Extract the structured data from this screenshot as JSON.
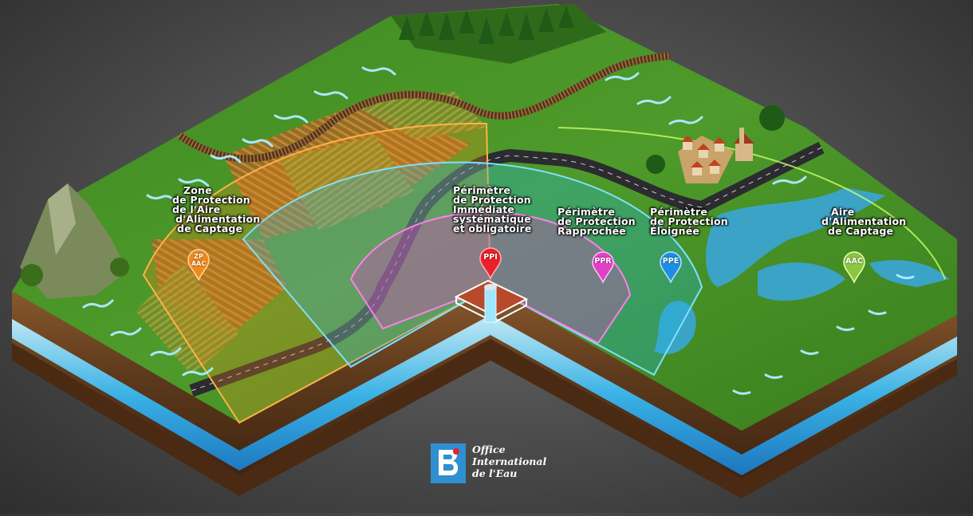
{
  "diagram": {
    "zones": [
      {
        "id": "aac-left",
        "label_lines": [
          "Zone",
          "de Protection",
          "de l'Aire",
          "d'Alimentation",
          "de Captage"
        ],
        "pin": "ZP\nAAC",
        "color": "#f08a1c"
      },
      {
        "id": "ppi",
        "label_lines": [
          "Périmètre",
          "de Protection",
          "Immédiate",
          "systématique",
          "et obligatoire"
        ],
        "pin": "PPI",
        "color": "#e8202a"
      },
      {
        "id": "ppr",
        "label_lines": [
          "Périmètre",
          "de Protection",
          "Rapprochée"
        ],
        "pin": "PPR",
        "color": "#e040c8"
      },
      {
        "id": "ppe",
        "label_lines": [
          "Périmètre",
          "de Protection",
          "Éloignée"
        ],
        "pin": "PPE",
        "color": "#1e8fe0"
      },
      {
        "id": "aac-right",
        "label_lines": [
          "Aire",
          "d'Alimentation",
          "de Captage"
        ],
        "pin": "AAC",
        "color": "#8cc63f"
      }
    ],
    "logo": {
      "name_lines": [
        "Office",
        "International",
        "de l'Eau"
      ]
    }
  }
}
